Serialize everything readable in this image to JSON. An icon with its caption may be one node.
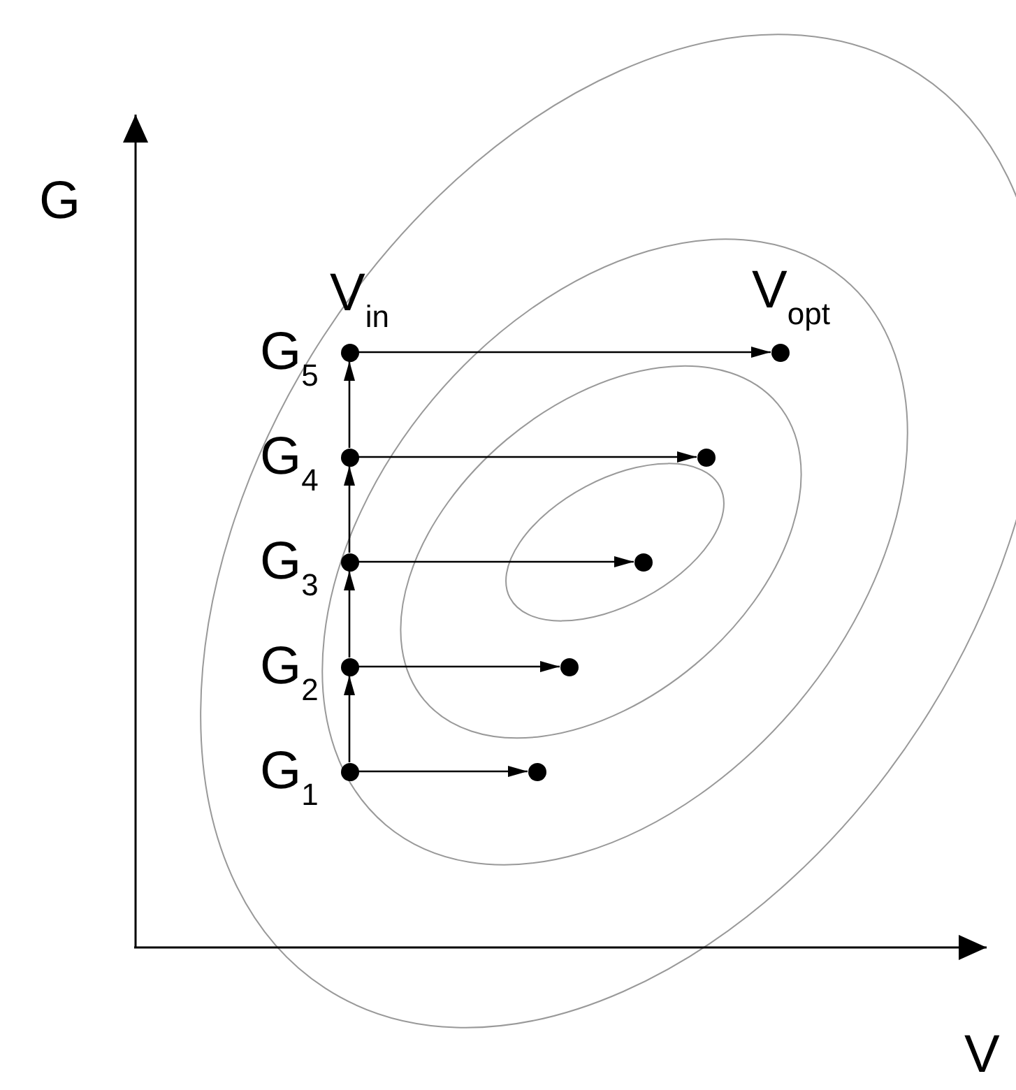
{
  "diagram": {
    "nodes": [
      {
        "text": [],
        "shape": "circle",
        "beside": [
          "G$_{5}$",
          "V$_{in}$"
        ]
      },
      {
        "text": [],
        "shape": "circle",
        "beside": [
          "V$_{opt}$"
        ]
      },
      {
        "text": [],
        "shape": "circle",
        "beside": [
          "G$_{4}$"
        ]
      },
      {
        "text": [],
        "shape": "circle"
      },
      {
        "text": [],
        "shape": "circle",
        "beside": [
          "G$_{3}$"
        ]
      },
      {
        "text": [],
        "shape": "circle"
      },
      {
        "text": [],
        "shape": "circle",
        "beside": [
          "G$_{2}$"
        ]
      },
      {
        "text": [],
        "shape": "circle"
      },
      {
        "text": [],
        "shape": "circle",
        "beside": [
          "G$_{1}$"
        ]
      },
      {
        "text": [],
        "shape": "circle"
      }
    ],
    "edges": [
      {
        "from": 0,
        "to": 1,
        "arrow": "to"
      },
      {
        "from": 2,
        "to": 3,
        "arrow": "to"
      },
      {
        "from": 4,
        "to": 5,
        "arrow": "to"
      },
      {
        "from": 6,
        "to": 7,
        "arrow": "to"
      },
      {
        "from": 8,
        "to": 9,
        "arrow": "to"
      },
      {
        "from": 8,
        "to": 6,
        "arrow": "to"
      },
      {
        "from": 6,
        "to": 4,
        "arrow": "to"
      },
      {
        "from": 4,
        "to": 2,
        "arrow": "to"
      },
      {
        "from": 2,
        "to": 0,
        "arrow": "to"
      }
    ],
    "labels": [
      "G",
      "V"
    ]
  }
}
